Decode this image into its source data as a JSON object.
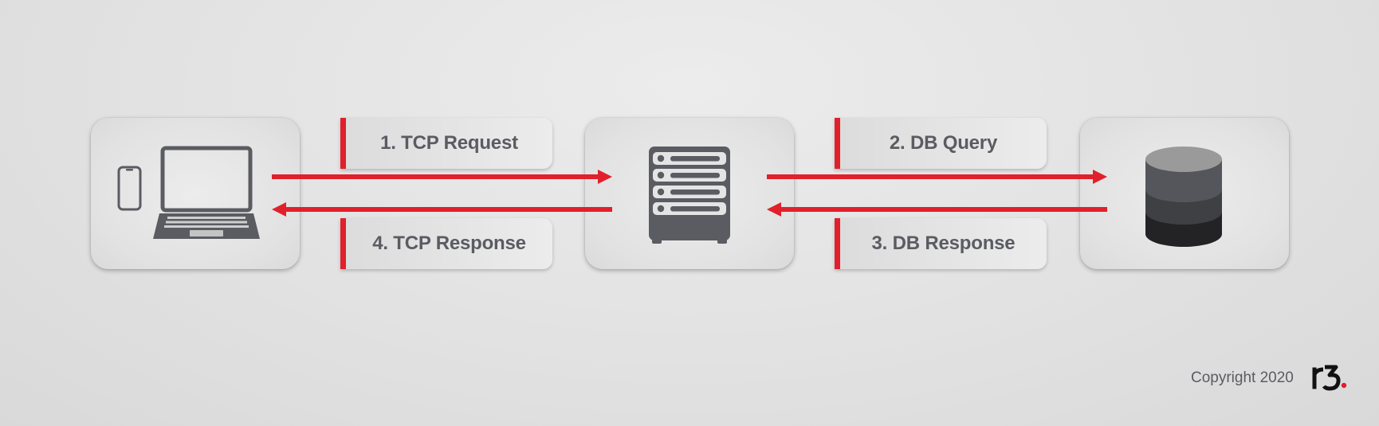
{
  "steps": {
    "tcp_request": "1. TCP Request",
    "db_query": "2. DB Query",
    "db_response": "3. DB Response",
    "tcp_response": "4. TCP Response"
  },
  "footer": {
    "copyright": "Copyright 2020",
    "logo_text": "r3."
  },
  "icons": {
    "client": [
      "phone-icon",
      "laptop-icon"
    ],
    "server": "server-icon",
    "database": "database-icon"
  },
  "colors": {
    "arrow": "#e0202b",
    "icon": "#5b5c62",
    "text": "#5b5c62",
    "db_top": "#9a9a9a",
    "db_middle": "#55565b",
    "db_bottom": "#232325"
  }
}
